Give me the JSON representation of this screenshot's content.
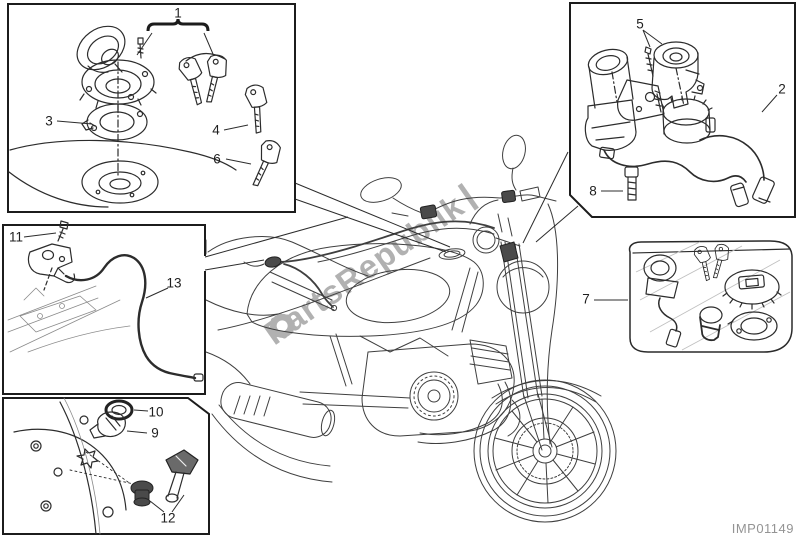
{
  "figure_code": "IMP01149",
  "watermark": {
    "text": "PartsRepublik",
    "icon": "gear-icon"
  },
  "callouts": [
    {
      "label": "1"
    },
    {
      "label": "2"
    },
    {
      "label": "3"
    },
    {
      "label": "4"
    },
    {
      "label": "5"
    },
    {
      "label": "6"
    },
    {
      "label": "7"
    },
    {
      "label": "8"
    },
    {
      "label": "9"
    },
    {
      "label": "10"
    },
    {
      "label": "11"
    },
    {
      "label": "12"
    },
    {
      "label": "13"
    }
  ],
  "colors": {
    "line_art": "#3f3f3f",
    "panel_border": "#1c1c1c",
    "watermark": "#9e9e9e",
    "figure_code_text": "#949494",
    "background": "#ffffff"
  }
}
